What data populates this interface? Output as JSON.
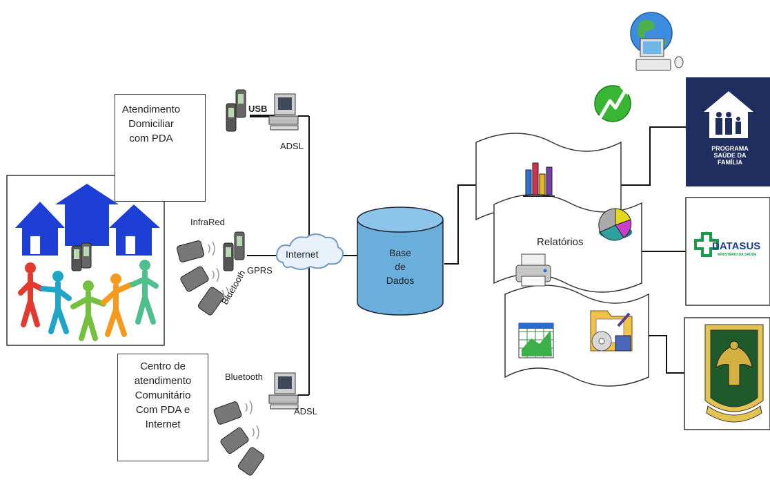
{
  "boxes": {
    "home_visit": [
      "Atendimento",
      "Domiciliar",
      "com PDA"
    ],
    "community_center": [
      "Centro de",
      "atendimento",
      "Comunitário",
      "Com PDA e",
      "Internet"
    ]
  },
  "connections": {
    "usb": "USB",
    "adsl_top": "ADSL",
    "infrared": "InfraRed",
    "gprs": "GPRS",
    "bluetooth_mid": "Bluetooth",
    "bluetooth_bottom": "Bluetooth",
    "adsl_bottom": "ADSL"
  },
  "internet": "Internet",
  "database": [
    "Base",
    "de",
    "Dados"
  ],
  "reports": "Relatórios",
  "logos": {
    "psf": [
      "PROGRAMA",
      "SAÚDE DA",
      "FAMÍLIA"
    ],
    "datasus": "DATASUS",
    "datasus_sub": "MINISTÉRIO DA SAÚDE"
  },
  "colors": {
    "house_blue": "#1d3fd6",
    "database_blue": "#6aaedc",
    "psf_navy": "#1f2e5f",
    "datasus_green": "#1a9a4a",
    "datasus_blue": "#1c3f8f"
  }
}
